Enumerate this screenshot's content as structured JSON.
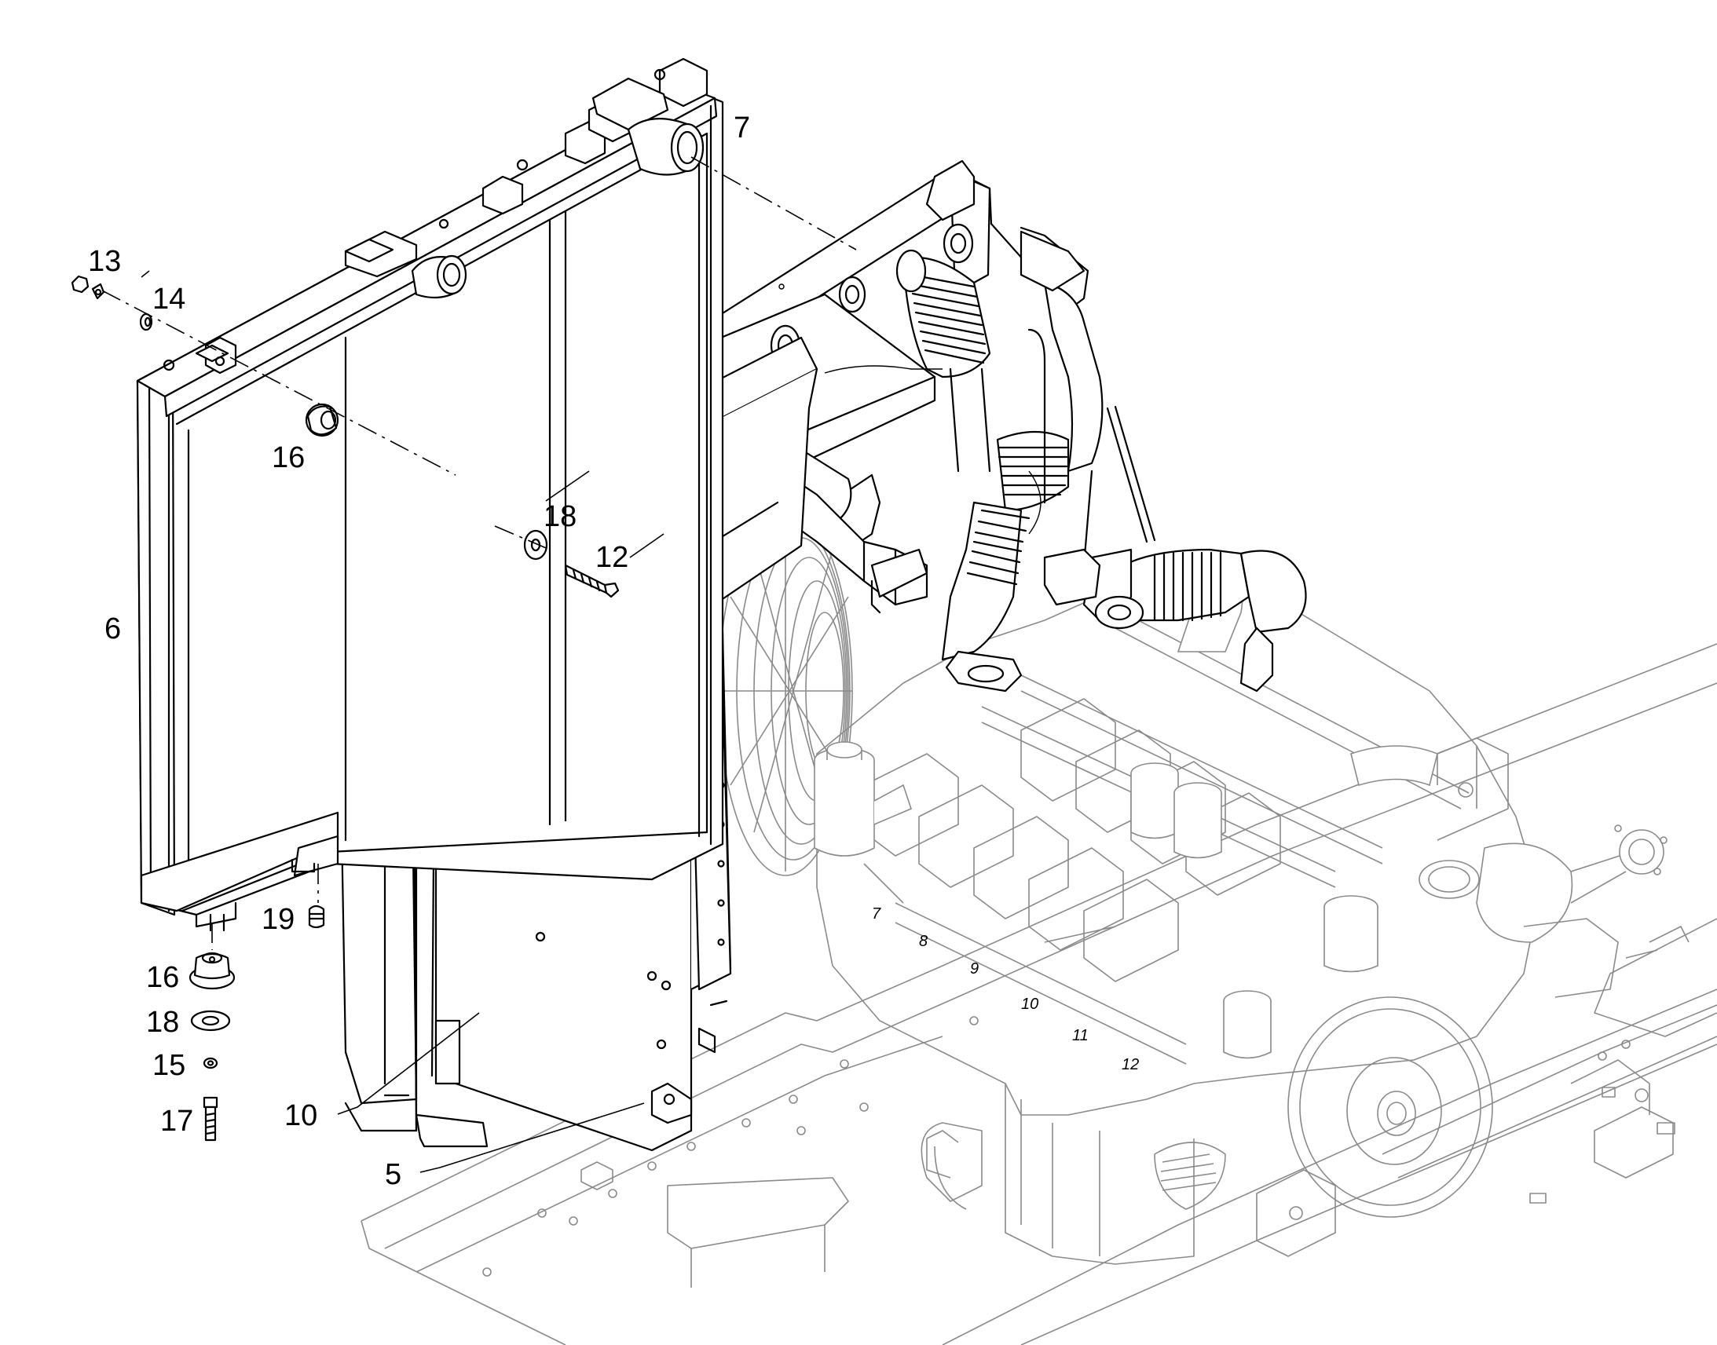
{
  "callouts": {
    "c5": "5",
    "c6": "6",
    "c7": "7",
    "c10": "10",
    "c12": "12",
    "c13": "13",
    "c14": "14",
    "c16a": "16",
    "c16b": "16",
    "c17": "17",
    "c18a": "18",
    "c18b": "18",
    "c15": "15",
    "c19": "19"
  },
  "engine_markings": {
    "cyl7": "7",
    "cyl8": "8",
    "cyl9": "9",
    "cyl10": "10",
    "cyl11": "11",
    "cyl12": "12"
  }
}
